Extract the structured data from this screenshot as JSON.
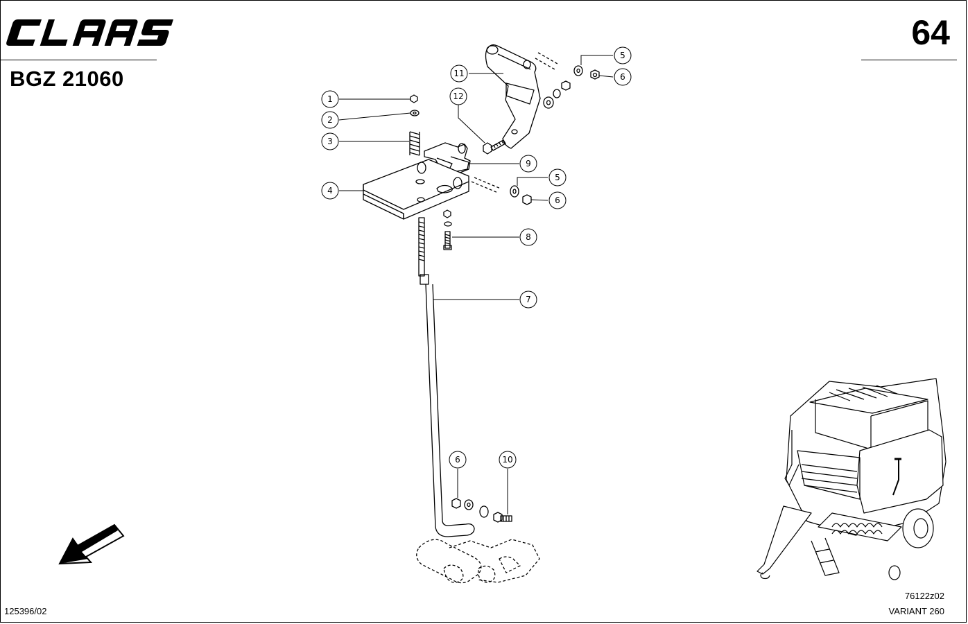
{
  "header": {
    "brand": "CLAAS",
    "doc_code": "BGZ 21060",
    "page_number": "64"
  },
  "footer": {
    "left_code": "125396/02",
    "right_code": "76122z02",
    "variant": "VARIANT 260"
  },
  "callouts": [
    "1",
    "2",
    "3",
    "4",
    "5",
    "6",
    "5",
    "6",
    "8",
    "7",
    "6",
    "10",
    "11",
    "12",
    "9"
  ],
  "icons": [
    "claas-logo",
    "direction-arrow-icon",
    "baler-overview-illustration"
  ]
}
